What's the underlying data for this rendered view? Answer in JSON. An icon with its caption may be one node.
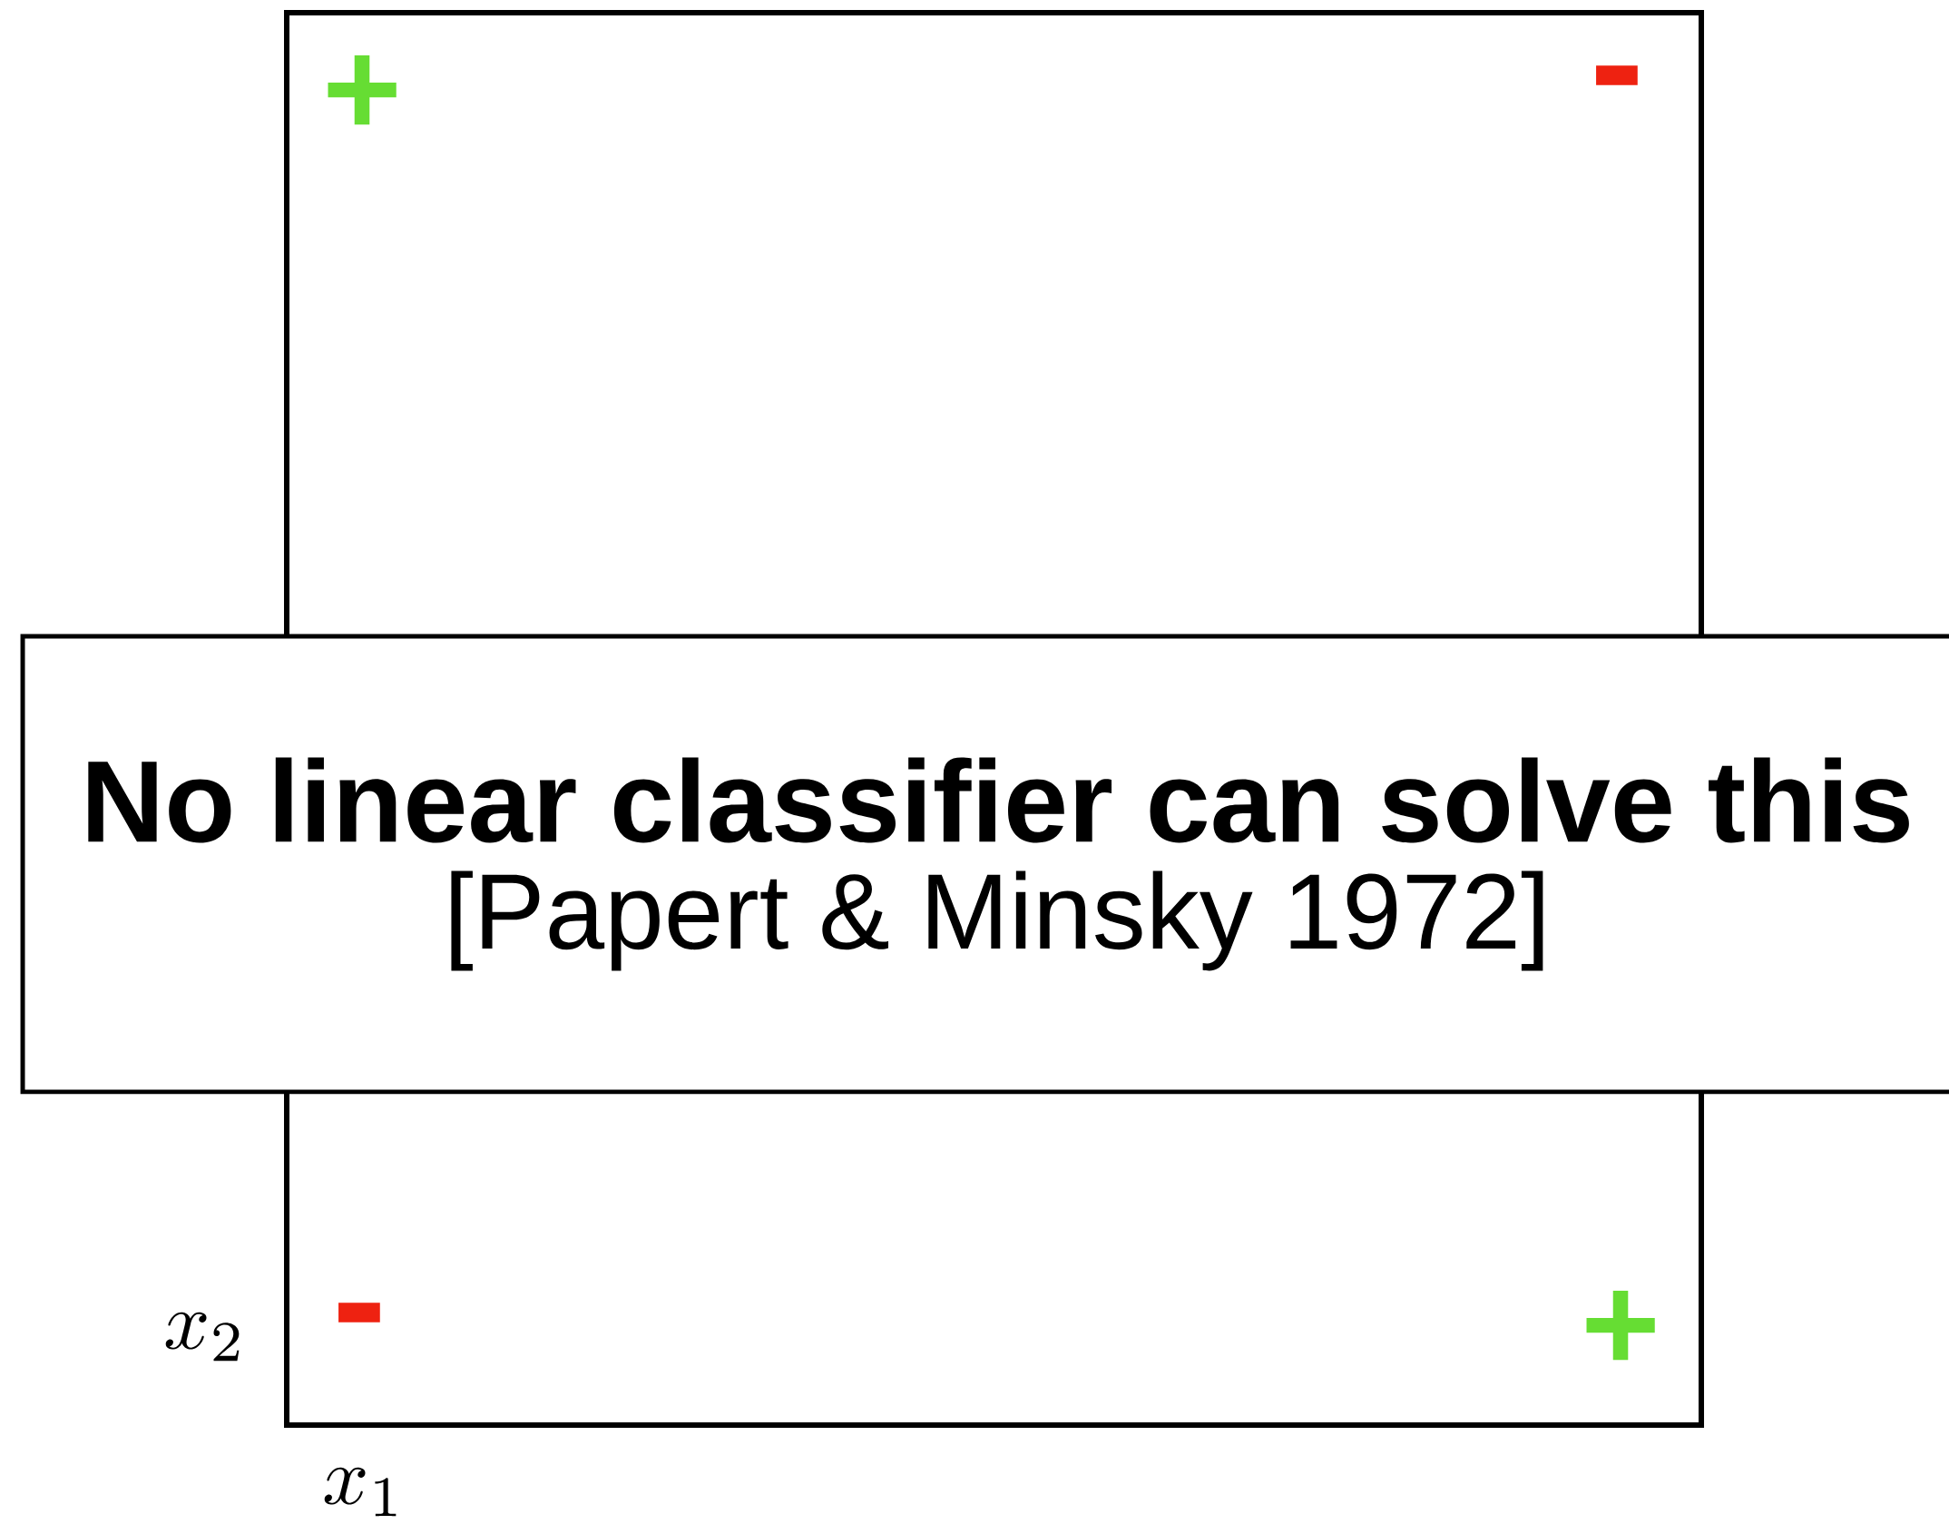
{
  "diagram": {
    "nodes": [
      {
        "text": [
          "No linear classifier can solve this",
          "[Papert & Minsky 1972]"
        ]
      }
    ],
    "edges": [],
    "labels": [
      "+",
      "-",
      "x_2",
      "-",
      "+",
      "x_1"
    ]
  }
}
